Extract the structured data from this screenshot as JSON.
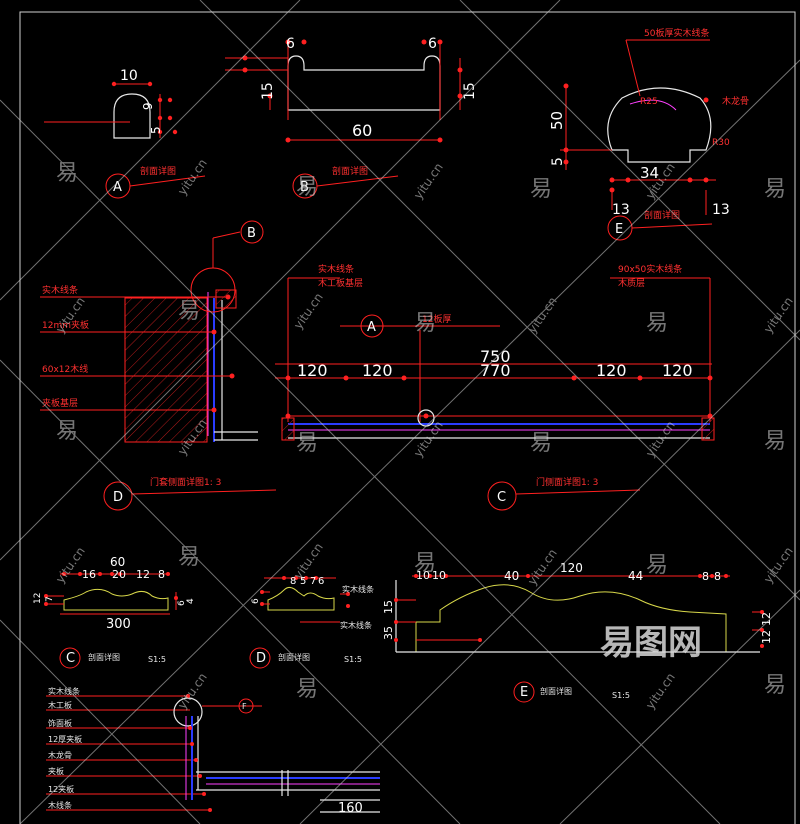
{
  "details": {
    "A": {
      "title": "剖面详图",
      "marker": "A",
      "dims": [
        "10",
        "9",
        "5"
      ]
    },
    "B": {
      "title": "剖面详图",
      "marker": "B",
      "dims": [
        "6",
        "6",
        "15",
        "15",
        "60"
      ]
    },
    "E_top": {
      "title": "剖面详图",
      "marker": "E",
      "dims": [
        "50",
        "5",
        "34",
        "13",
        "13"
      ],
      "notes": [
        "50板厚实木线条",
        "R25",
        "R30",
        "木龙骨"
      ]
    },
    "D_door": {
      "title": "门套侧面详图1: 3",
      "marker": "D",
      "notes": [
        "实木线条",
        "12mm夹板",
        "60x12木线",
        "夹板基层"
      ]
    },
    "C_door": {
      "title": "门侧面详图1: 3",
      "marker": "C",
      "dims": [
        "120",
        "120",
        "750",
        "770",
        "120",
        "120"
      ],
      "notes": [
        "实木线条",
        "木工板基层",
        "12板厚",
        "90x50实木线条",
        "木质层"
      ]
    },
    "C_small": {
      "title": "剖面详图",
      "marker": "C",
      "scale": "S1:5",
      "dims": [
        "60",
        "16",
        "20",
        "12",
        "8",
        "300",
        "12",
        "7",
        "6",
        "4"
      ]
    },
    "D_small": {
      "title": "剖面详图",
      "marker": "D",
      "scale": "S1:5",
      "dims": [
        "8",
        "5",
        "7",
        "6",
        "6"
      ],
      "notes": [
        "实木线条",
        "实木线条"
      ]
    },
    "E_large": {
      "title": "剖面详图",
      "marker": "E",
      "scale": "S1:5",
      "dims": [
        "120",
        "10",
        "10",
        "40",
        "44",
        "8",
        "8",
        "15",
        "35",
        "12",
        "12"
      ]
    },
    "F_bottom": {
      "marker": "F",
      "dim": "160",
      "notes": [
        "实木线条",
        "木工板",
        "饰面板",
        "12厚夹板",
        "木龙骨",
        "夹板",
        "12夹板",
        "木线条"
      ]
    }
  },
  "watermarks": {
    "char": "易",
    "domain": "yitu.cn",
    "logo": "易图网"
  }
}
